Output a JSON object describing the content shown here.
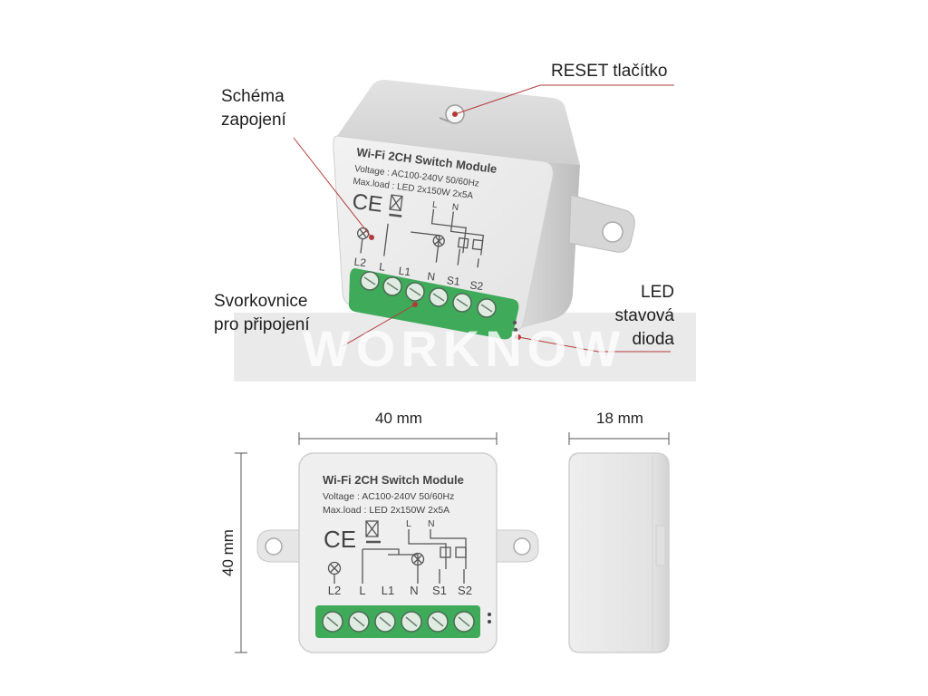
{
  "callouts": {
    "reset": "RESET tlačítko",
    "wiring_line1": "Schéma",
    "wiring_line2": "zapojení",
    "terminal_line1": "Svorkovnice",
    "terminal_line2": "pro připojení",
    "led_line1": "LED",
    "led_line2": "stavová",
    "led_line3": "dioda"
  },
  "watermark": "WORKNOW",
  "module": {
    "title": "Wi-Fi 2CH Switch Module",
    "voltage": "Voltage : AC100-240V 50/60Hz",
    "maxload": "Max.load : LED 2x150W 2x5A",
    "ce": "CE",
    "wire_L": "L",
    "wire_N": "N",
    "terminals": [
      "L2",
      "L",
      "L1",
      "N",
      "S1",
      "S2"
    ]
  },
  "dimensions": {
    "width": "40 mm",
    "height": "40 mm",
    "depth": "18 mm"
  },
  "colors": {
    "callout_line": "#b33a3a",
    "terminal_green": "#3faa5a",
    "housing": "#ececec"
  }
}
